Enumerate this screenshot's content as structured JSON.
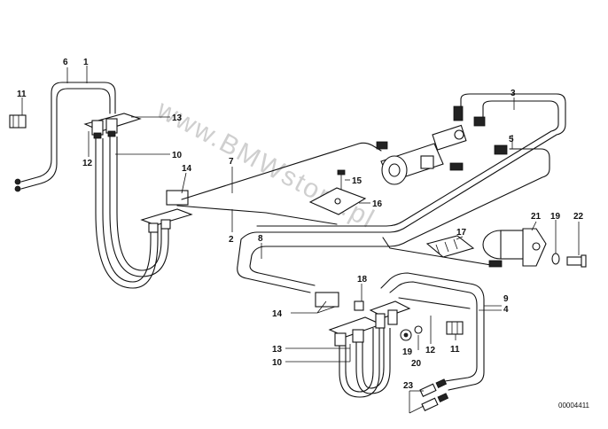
{
  "watermark": "www.BMWstore.pl",
  "doc_number": "00004411",
  "callouts": {
    "c1": "1",
    "c2": "2",
    "c3": "3",
    "c4": "4",
    "c5": "5",
    "c6": "6",
    "c7": "7",
    "c8": "8",
    "c9": "9",
    "c10a": "10",
    "c10b": "10",
    "c11a": "11",
    "c11b": "11",
    "c12a": "12",
    "c12b": "12",
    "c13a": "13",
    "c13b": "13",
    "c14a": "14",
    "c14b": "14",
    "c15": "15",
    "c16": "16",
    "c17": "17",
    "c18": "18",
    "c19a": "19",
    "c19b": "19",
    "c20": "20",
    "c21": "21",
    "c22": "22",
    "c23": "23"
  },
  "colors": {
    "line": "#111111",
    "background": "#ffffff",
    "watermark": "#cfcfcf"
  }
}
